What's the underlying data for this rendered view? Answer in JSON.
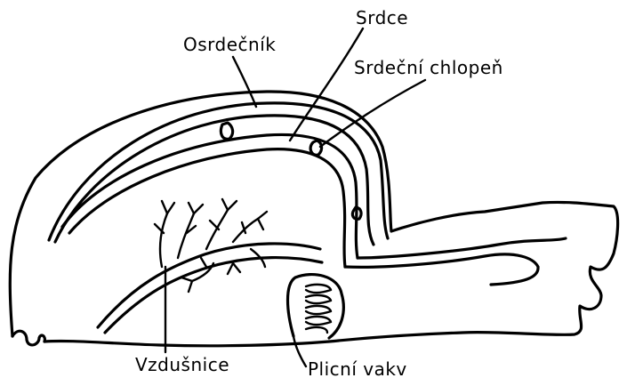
{
  "labels": {
    "osrdecnik": "Osrdečník",
    "srdce": "Srdce",
    "srdecni_chlopen": "Srdeční chlopeň",
    "vzdusnice": "Vzdušnice",
    "plicni_vakv": "Plicní vakv"
  },
  "icons": [
    "heart-valve-icon",
    "lung-sac-icon",
    "trachea-branches-icon"
  ]
}
